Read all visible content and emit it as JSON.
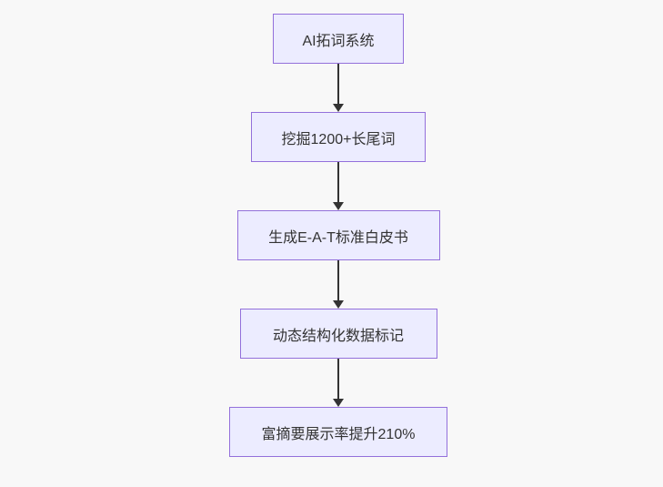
{
  "diagram": {
    "type": "flowchart",
    "direction": "top-down",
    "nodes": [
      {
        "id": "step-1",
        "label": "AI拓词系统"
      },
      {
        "id": "step-2",
        "label": "挖掘1200+长尾词"
      },
      {
        "id": "step-3",
        "label": "生成E-A-T标准白皮书"
      },
      {
        "id": "step-4",
        "label": "动态结构化数据标记"
      },
      {
        "id": "step-5",
        "label": "富摘要展示率提升210%"
      }
    ],
    "edges": [
      {
        "from": "step-1",
        "to": "step-2"
      },
      {
        "from": "step-2",
        "to": "step-3"
      },
      {
        "from": "step-3",
        "to": "step-4"
      },
      {
        "from": "step-4",
        "to": "step-5"
      }
    ],
    "colors": {
      "background": "#f8f8f8",
      "node_fill": "#ECECFF",
      "node_border": "#9370DB",
      "text": "#333333",
      "arrow": "#333333"
    }
  }
}
